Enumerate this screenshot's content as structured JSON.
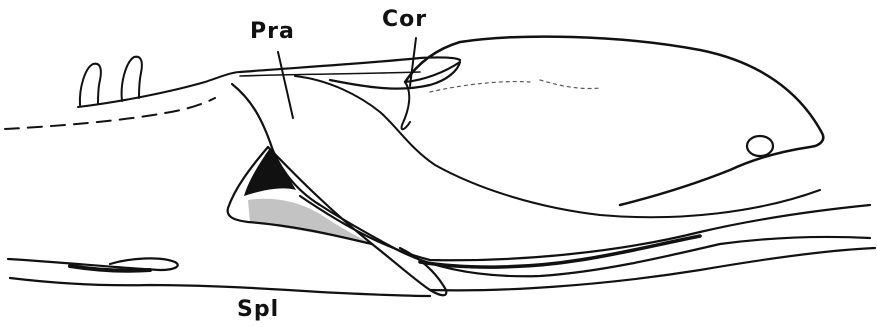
{
  "labels": {
    "prearticular": "Pra",
    "coronoid": "Cor",
    "splenial": "Spl"
  },
  "colors": {
    "ink": "#111111",
    "background": "#ffffff"
  }
}
